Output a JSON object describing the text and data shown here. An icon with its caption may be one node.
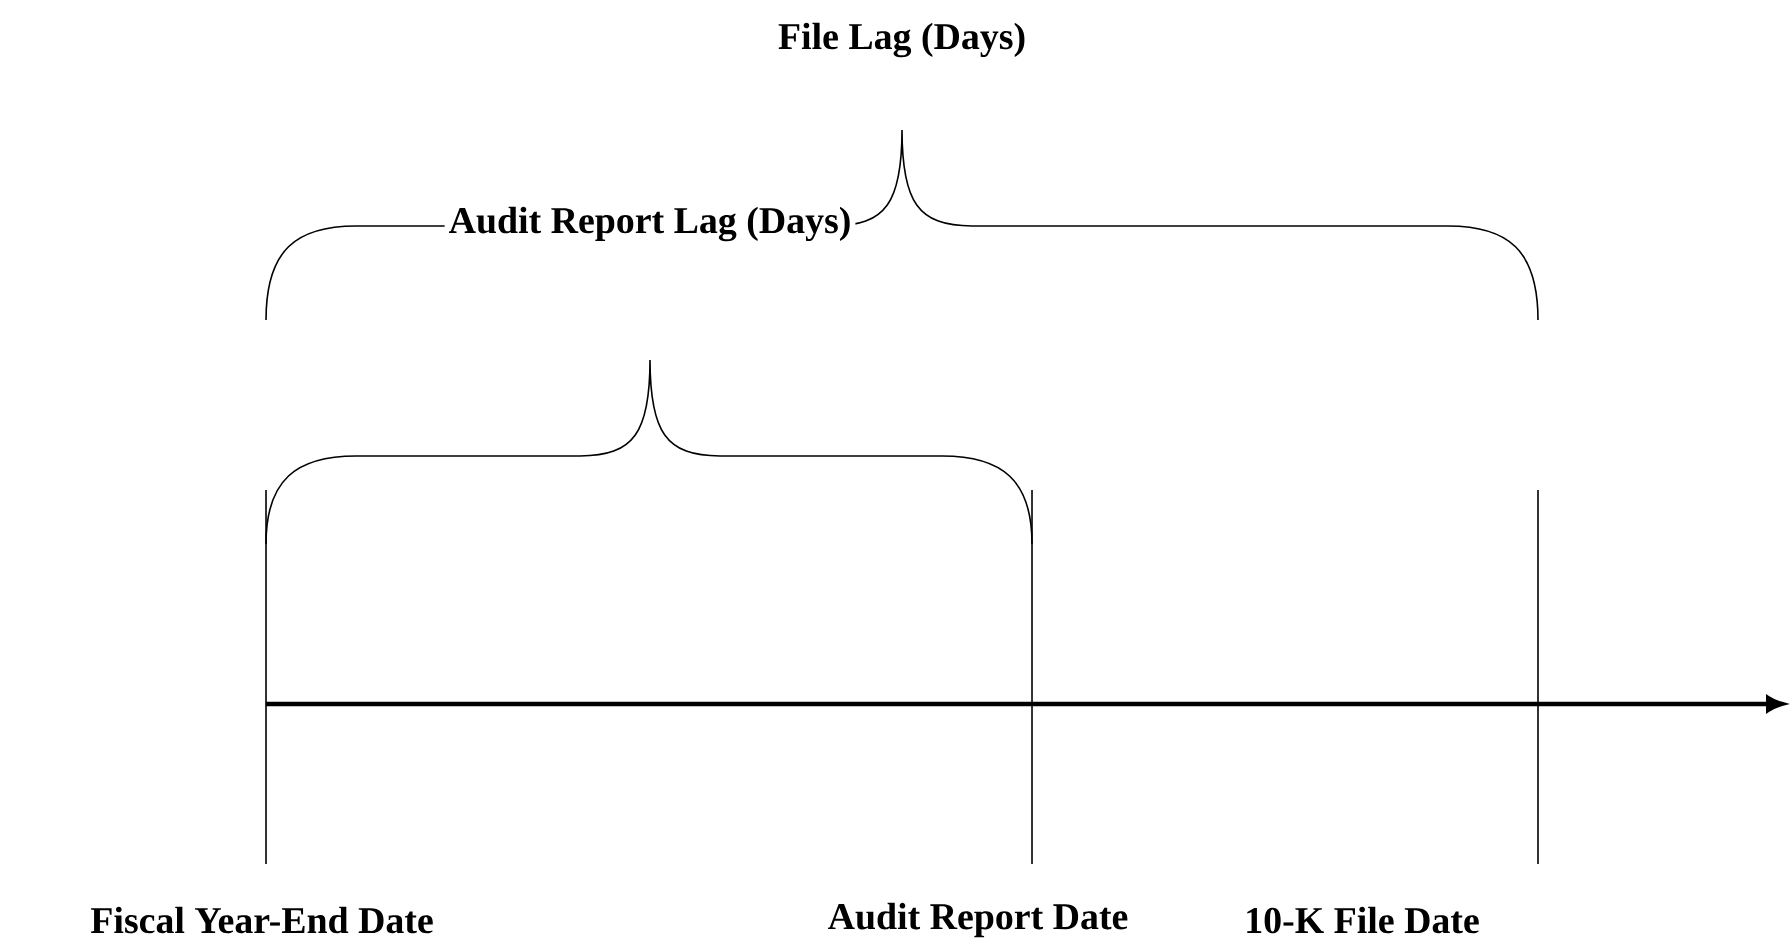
{
  "diagram": {
    "labels": [
      "File Lag (Days)",
      "Audit Report Lag (Days)",
      "Fiscal Year-End Date",
      "Audit Report Date",
      "10-K File Date"
    ]
  }
}
